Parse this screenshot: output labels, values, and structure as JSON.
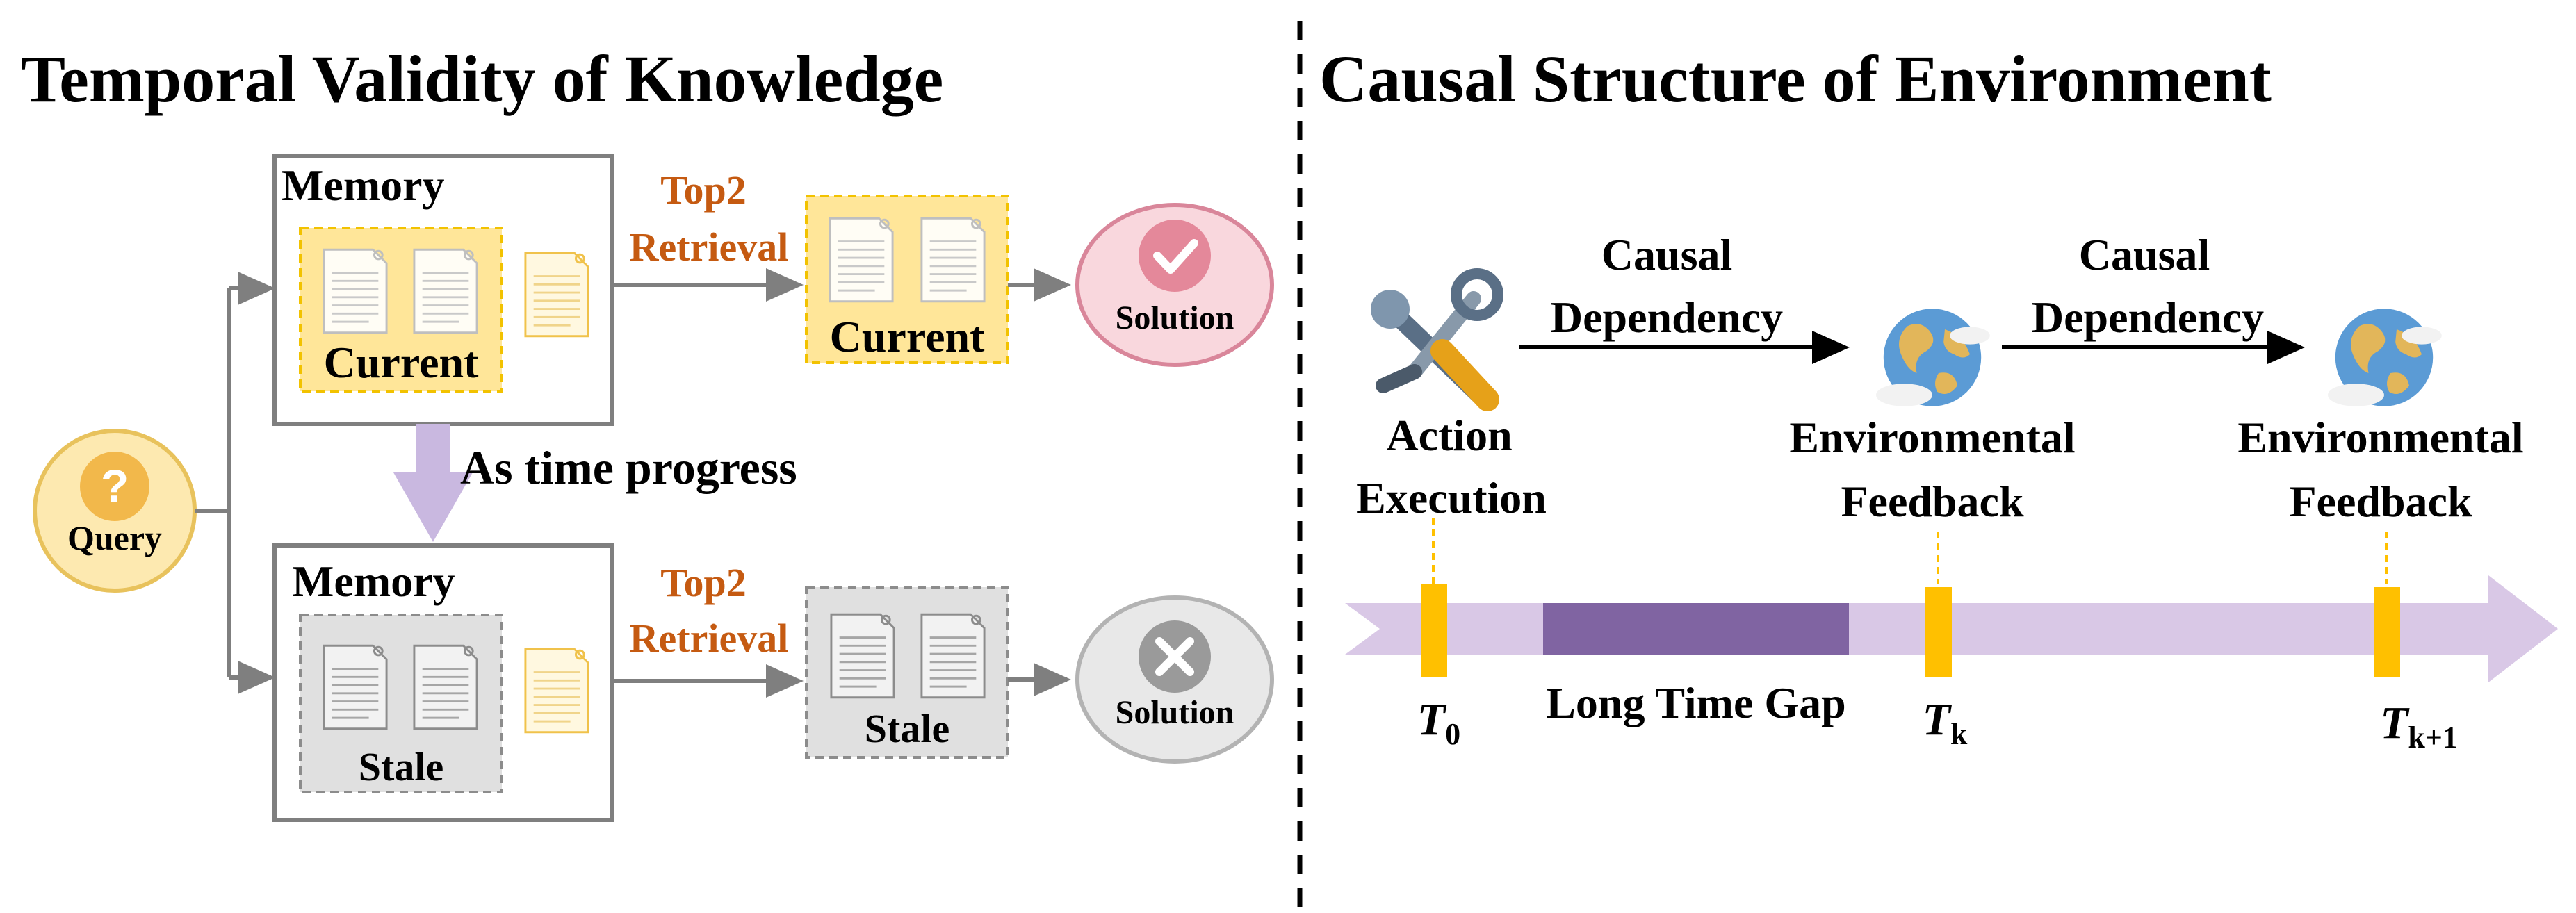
{
  "left_panel": {
    "title": "Temporal Validity of Knowledge",
    "query_label": "Query",
    "top_memory": {
      "title": "Memory",
      "docs_label": "Current",
      "retrieval_top": "Top2",
      "retrieval_bottom": "Retrieval",
      "retrieved_label": "Current",
      "solution_label": "Solution"
    },
    "transition_label": "As time progress",
    "bottom_memory": {
      "title": "Memory",
      "docs_label": "Stale",
      "retrieval_top": "Top2",
      "retrieval_bottom": "Retrieval",
      "retrieved_label": "Stale",
      "solution_label": "Solution"
    }
  },
  "right_panel": {
    "title": "Causal Structure of Environment",
    "action": {
      "line1": "Action",
      "line2": "Execution",
      "icon": "tools-icon"
    },
    "dependency_1": {
      "line1": "Causal",
      "line2": "Dependency"
    },
    "feedback_1": {
      "line1": "Environmental",
      "line2": "Feedback",
      "icon": "globe-icon"
    },
    "dependency_2": {
      "line1": "Causal",
      "line2": "Dependency"
    },
    "feedback_2": {
      "line1": "Environmental",
      "line2": "Feedback",
      "icon": "globe-icon"
    },
    "timeline": {
      "gap_label": "Long Time Gap",
      "t0": {
        "var": "T",
        "sub": "0"
      },
      "tk": {
        "var": "T",
        "sub": "k"
      },
      "tk1": {
        "var": "T",
        "sub": "k+1"
      }
    }
  },
  "colors": {
    "current_fill": "#ffe699",
    "current_border": "#f2c200",
    "stale_fill": "#e0e0e0",
    "stale_border": "#8c8c8c",
    "success_fill": "#f9d7dd",
    "success_icon": "#e4889a",
    "fail_fill": "#e8e8e8",
    "fail_icon": "#9a9a9a",
    "query_fill": "#fde9b0",
    "timeline_light": "#d9c8e6",
    "timeline_dark": "#8064a2",
    "tick": "#ffc000",
    "retrieval_text": "#c55a11"
  }
}
